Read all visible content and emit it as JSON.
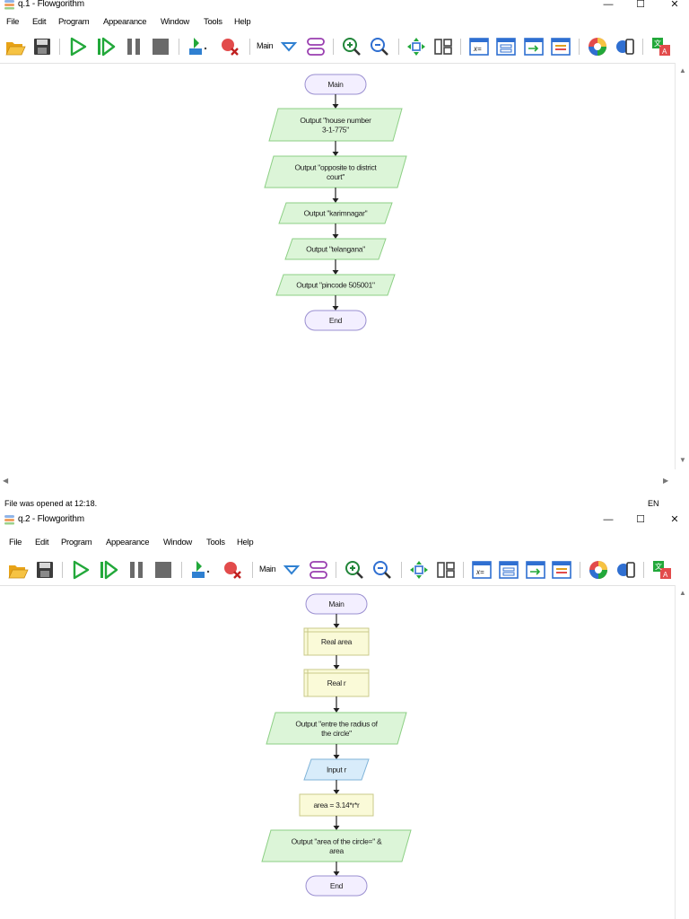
{
  "windows": [
    {
      "title": "q.1 - Flowgorithm",
      "menu": [
        "File",
        "Edit",
        "Program",
        "Appearance",
        "Window",
        "Tools",
        "Help"
      ],
      "function_selector": "Main",
      "flowchart": {
        "start": "Main",
        "shapes": [
          {
            "type": "output",
            "lines": [
              "Output \"house number",
              "3-1-775\""
            ]
          },
          {
            "type": "output",
            "lines": [
              "Output \"opposite to district",
              "court\""
            ]
          },
          {
            "type": "output",
            "lines": [
              "Output \"karimnagar\""
            ]
          },
          {
            "type": "output",
            "lines": [
              "Output \"telangana\""
            ]
          },
          {
            "type": "output",
            "lines": [
              "Output \"pincode 505001\""
            ]
          }
        ],
        "end": "End"
      },
      "status_text": "File was opened at 12:18.",
      "language": "EN"
    },
    {
      "title": "q.2 - Flowgorithm",
      "menu": [
        "File",
        "Edit",
        "Program",
        "Appearance",
        "Window",
        "Tools",
        "Help"
      ],
      "function_selector": "Main",
      "flowchart": {
        "start": "Main",
        "shapes": [
          {
            "type": "declare",
            "lines": [
              "Real area"
            ]
          },
          {
            "type": "declare",
            "lines": [
              "Real r"
            ]
          },
          {
            "type": "output",
            "lines": [
              "Output \"entre the radius of",
              "the circle\""
            ]
          },
          {
            "type": "input",
            "lines": [
              "Input r"
            ]
          },
          {
            "type": "assign",
            "lines": [
              "area = 3.14*r*r"
            ]
          },
          {
            "type": "output",
            "lines": [
              "Output \"area of the circle=\" &",
              "area"
            ]
          }
        ],
        "end": "End"
      }
    }
  ],
  "colors": {
    "terminal_fill": "#f3efff",
    "terminal_stroke": "#9a8fd0",
    "output_fill": "#dcf5d8",
    "output_stroke": "#8ccf84",
    "declare_fill": "#fafad8",
    "declare_stroke": "#c9c98a",
    "input_fill": "#d8ecfa",
    "input_stroke": "#7fb3d8",
    "assign_fill": "#fafad8",
    "assign_stroke": "#c9c98a"
  }
}
